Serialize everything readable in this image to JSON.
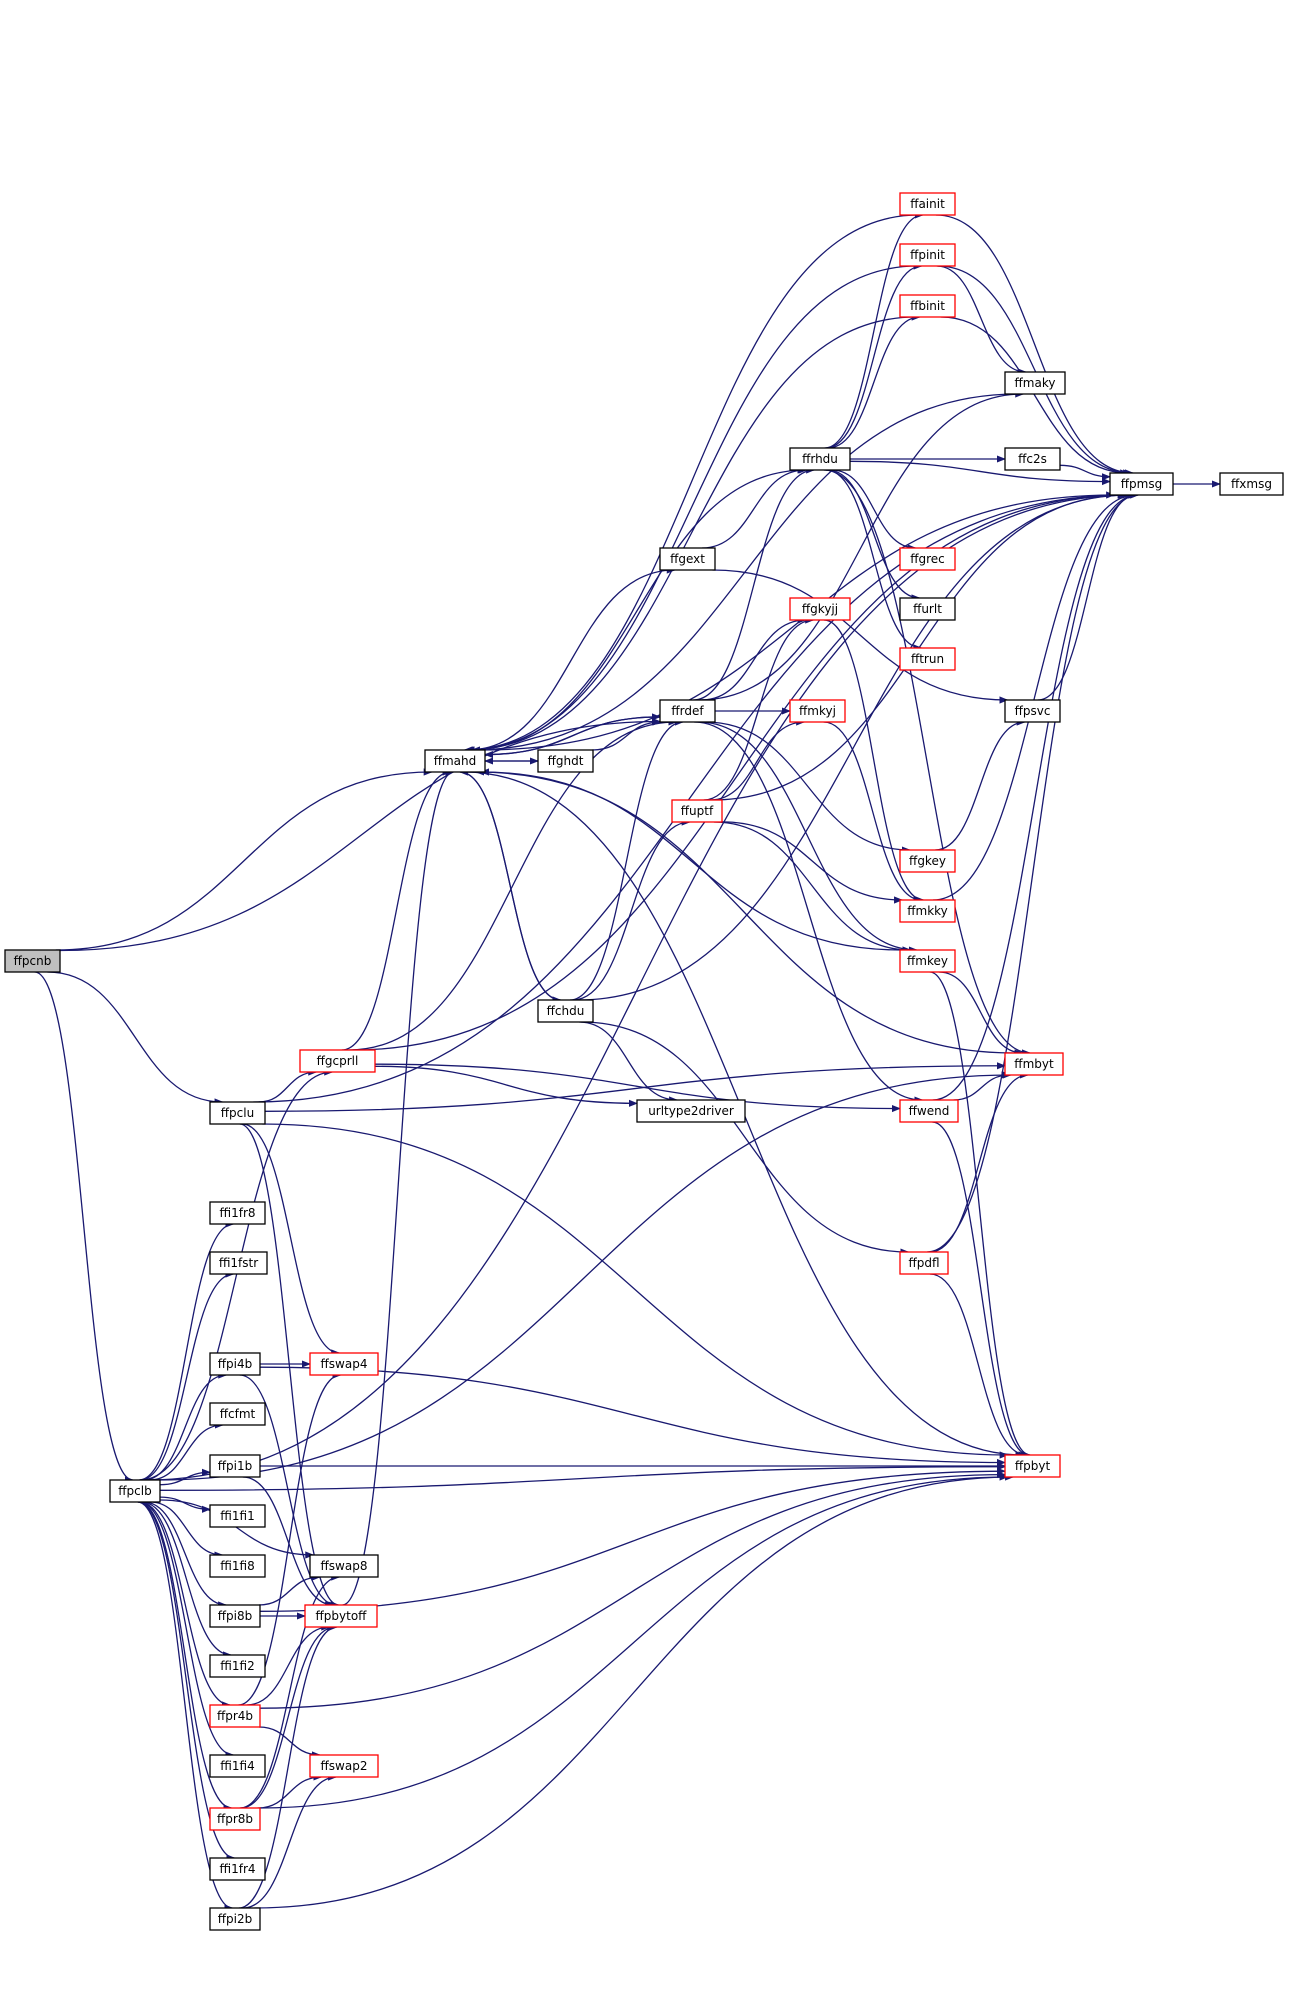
{
  "colors": {
    "edge": "#191970",
    "node_border_black": "#000000",
    "node_border_red": "#ff0000",
    "highlight_fill": "#bfbfbf",
    "node_fill": "#ffffff"
  },
  "nodes": [
    {
      "id": "ffpcnb",
      "label": "ffpcnb",
      "style": "highlight"
    },
    {
      "id": "ffmahd",
      "label": "ffmahd",
      "style": "black"
    },
    {
      "id": "ffghdt",
      "label": "ffghdt",
      "style": "black"
    },
    {
      "id": "ffrdef",
      "label": "ffrdef",
      "style": "black"
    },
    {
      "id": "ffgext",
      "label": "ffgext",
      "style": "black"
    },
    {
      "id": "ffrhdu",
      "label": "ffrhdu",
      "style": "black"
    },
    {
      "id": "ffainit",
      "label": "ffainit",
      "style": "red"
    },
    {
      "id": "ffpinit",
      "label": "ffpinit",
      "style": "red"
    },
    {
      "id": "ffbinit",
      "label": "ffbinit",
      "style": "red"
    },
    {
      "id": "ffmaky",
      "label": "ffmaky",
      "style": "black"
    },
    {
      "id": "ffc2s",
      "label": "ffc2s",
      "style": "black"
    },
    {
      "id": "ffpmsg",
      "label": "ffpmsg",
      "style": "black"
    },
    {
      "id": "ffxmsg",
      "label": "ffxmsg",
      "style": "black"
    },
    {
      "id": "ffgrec",
      "label": "ffgrec",
      "style": "red"
    },
    {
      "id": "ffurlt",
      "label": "ffurlt",
      "style": "black"
    },
    {
      "id": "fftrun",
      "label": "fftrun",
      "style": "red"
    },
    {
      "id": "ffgkyjj",
      "label": "ffgkyjj",
      "style": "red"
    },
    {
      "id": "ffpsvc",
      "label": "ffpsvc",
      "style": "black"
    },
    {
      "id": "ffmkyj",
      "label": "ffmkyj",
      "style": "red"
    },
    {
      "id": "ffuptf",
      "label": "ffuptf",
      "style": "red"
    },
    {
      "id": "ffgkey",
      "label": "ffgkey",
      "style": "red"
    },
    {
      "id": "ffmkky",
      "label": "ffmkky",
      "style": "red"
    },
    {
      "id": "ffmkey",
      "label": "ffmkey",
      "style": "red"
    },
    {
      "id": "ffchdu",
      "label": "ffchdu",
      "style": "black"
    },
    {
      "id": "ffgcprll",
      "label": "ffgcprll",
      "style": "red"
    },
    {
      "id": "ffmbyt",
      "label": "ffmbyt",
      "style": "red"
    },
    {
      "id": "ffpclu",
      "label": "ffpclu",
      "style": "black"
    },
    {
      "id": "urltype2driver",
      "label": "urltype2driver",
      "style": "black"
    },
    {
      "id": "ffwend",
      "label": "ffwend",
      "style": "red"
    },
    {
      "id": "ffi1fr8",
      "label": "ffi1fr8",
      "style": "black"
    },
    {
      "id": "ffi1fstr",
      "label": "ffi1fstr",
      "style": "black"
    },
    {
      "id": "ffpdfl",
      "label": "ffpdfl",
      "style": "red"
    },
    {
      "id": "ffpi4b",
      "label": "ffpi4b",
      "style": "black"
    },
    {
      "id": "ffswap4",
      "label": "ffswap4",
      "style": "red"
    },
    {
      "id": "ffcfmt",
      "label": "ffcfmt",
      "style": "black"
    },
    {
      "id": "ffpi1b",
      "label": "ffpi1b",
      "style": "black"
    },
    {
      "id": "ffpbyt",
      "label": "ffpbyt",
      "style": "red"
    },
    {
      "id": "ffpclb",
      "label": "ffpclb",
      "style": "black"
    },
    {
      "id": "ffi1fi1",
      "label": "ffi1fi1",
      "style": "black"
    },
    {
      "id": "ffi1fi8",
      "label": "ffi1fi8",
      "style": "black"
    },
    {
      "id": "ffswap8",
      "label": "ffswap8",
      "style": "black"
    },
    {
      "id": "ffpi8b",
      "label": "ffpi8b",
      "style": "black"
    },
    {
      "id": "ffpbytoff",
      "label": "ffpbytoff",
      "style": "red"
    },
    {
      "id": "ffi1fi2",
      "label": "ffi1fi2",
      "style": "black"
    },
    {
      "id": "ffpr4b",
      "label": "ffpr4b",
      "style": "red"
    },
    {
      "id": "ffi1fi4",
      "label": "ffi1fi4",
      "style": "black"
    },
    {
      "id": "ffswap2",
      "label": "ffswap2",
      "style": "red"
    },
    {
      "id": "ffpr8b",
      "label": "ffpr8b",
      "style": "red"
    },
    {
      "id": "ffi1fr4",
      "label": "ffi1fr4",
      "style": "black"
    },
    {
      "id": "ffpi2b",
      "label": "ffpi2b",
      "style": "black"
    }
  ],
  "edges": [
    [
      "ffpcnb",
      "ffmahd"
    ],
    [
      "ffpcnb",
      "ffrdef"
    ],
    [
      "ffpcnb",
      "ffpclu"
    ],
    [
      "ffpcnb",
      "ffpclb"
    ],
    [
      "ffmahd",
      "ffghdt"
    ],
    [
      "ffmahd",
      "ffrdef"
    ],
    [
      "ffmahd",
      "ffgext"
    ],
    [
      "ffmahd",
      "ffrhdu"
    ],
    [
      "ffmahd",
      "ffpmsg"
    ],
    [
      "ffmahd",
      "ffchdu"
    ],
    [
      "ffmahd",
      "ffpbyt"
    ],
    [
      "ffghdt",
      "ffmahd"
    ],
    [
      "ffghdt",
      "ffrdef"
    ],
    [
      "ffrdef",
      "ffmahd"
    ],
    [
      "ffrdef",
      "ffrhdu"
    ],
    [
      "ffrdef",
      "ffmaky"
    ],
    [
      "ffrdef",
      "ffgkyjj"
    ],
    [
      "ffrdef",
      "ffmkyj"
    ],
    [
      "ffrdef",
      "ffgkey"
    ],
    [
      "ffrdef",
      "ffmkey"
    ],
    [
      "ffrdef",
      "ffwend"
    ],
    [
      "ffgext",
      "ffrhdu"
    ],
    [
      "ffgext",
      "ffpsvc"
    ],
    [
      "ffrhdu",
      "ffainit"
    ],
    [
      "ffrhdu",
      "ffpinit"
    ],
    [
      "ffrhdu",
      "ffbinit"
    ],
    [
      "ffrhdu",
      "ffc2s"
    ],
    [
      "ffrhdu",
      "ffpmsg"
    ],
    [
      "ffrhdu",
      "ffgrec"
    ],
    [
      "ffrhdu",
      "ffurlt"
    ],
    [
      "ffrhdu",
      "fftrun"
    ],
    [
      "ffrhdu",
      "ffmbyt"
    ],
    [
      "ffainit",
      "ffmahd"
    ],
    [
      "ffainit",
      "ffpmsg"
    ],
    [
      "ffpinit",
      "ffmahd"
    ],
    [
      "ffpinit",
      "ffmaky"
    ],
    [
      "ffpinit",
      "ffpmsg"
    ],
    [
      "ffbinit",
      "ffmahd"
    ],
    [
      "ffbinit",
      "ffpmsg"
    ],
    [
      "ffmaky",
      "ffmahd"
    ],
    [
      "ffc2s",
      "ffpmsg"
    ],
    [
      "ffpmsg",
      "ffxmsg"
    ],
    [
      "ffgkyjj",
      "ffmkky"
    ],
    [
      "ffpsvc",
      "ffpmsg"
    ],
    [
      "ffmkyj",
      "ffmkky"
    ],
    [
      "ffuptf",
      "ffgkyjj"
    ],
    [
      "ffuptf",
      "ffmkyj"
    ],
    [
      "ffuptf",
      "ffmkky"
    ],
    [
      "ffuptf",
      "ffmkey"
    ],
    [
      "ffuptf",
      "ffpmsg"
    ],
    [
      "ffgkey",
      "ffpsvc"
    ],
    [
      "ffmkky",
      "ffpmsg"
    ],
    [
      "ffmkey",
      "ffmahd"
    ],
    [
      "ffmkey",
      "ffmbyt"
    ],
    [
      "ffmkey",
      "ffpbyt"
    ],
    [
      "ffchdu",
      "ffmahd"
    ],
    [
      "ffchdu",
      "ffrdef"
    ],
    [
      "ffchdu",
      "ffuptf"
    ],
    [
      "ffchdu",
      "urltype2driver"
    ],
    [
      "ffchdu",
      "ffpdfl"
    ],
    [
      "ffchdu",
      "ffpmsg"
    ],
    [
      "ffgcprll",
      "ffmahd"
    ],
    [
      "ffgcprll",
      "ffrdef"
    ],
    [
      "ffgcprll",
      "ffpmsg"
    ],
    [
      "ffgcprll",
      "urltype2driver"
    ],
    [
      "ffgcprll",
      "ffwend"
    ],
    [
      "ffmbyt",
      "ffmahd"
    ],
    [
      "ffpclu",
      "ffgcprll"
    ],
    [
      "ffpclu",
      "ffmbyt"
    ],
    [
      "ffpclu",
      "ffpbyt"
    ],
    [
      "ffpclu",
      "ffswap4"
    ],
    [
      "ffpclu",
      "ffpbytoff"
    ],
    [
      "ffpclu",
      "ffpmsg"
    ],
    [
      "ffwend",
      "ffmbyt"
    ],
    [
      "ffwend",
      "ffpmsg"
    ],
    [
      "ffwend",
      "ffpbyt"
    ],
    [
      "ffpdfl",
      "ffmbyt"
    ],
    [
      "ffpdfl",
      "ffpbyt"
    ],
    [
      "ffpdfl",
      "ffpmsg"
    ],
    [
      "ffpi4b",
      "ffswap4"
    ],
    [
      "ffpi4b",
      "ffpbytoff"
    ],
    [
      "ffpi4b",
      "ffpbyt"
    ],
    [
      "ffpi1b",
      "ffpbytoff"
    ],
    [
      "ffpi1b",
      "ffpbyt"
    ],
    [
      "ffpclb",
      "ffgcprll"
    ],
    [
      "ffpclb",
      "ffi1fr8"
    ],
    [
      "ffpclb",
      "ffi1fstr"
    ],
    [
      "ffpclb",
      "ffpi4b"
    ],
    [
      "ffpclb",
      "ffcfmt"
    ],
    [
      "ffpclb",
      "ffpi1b"
    ],
    [
      "ffpclb",
      "ffi1fi1"
    ],
    [
      "ffpclb",
      "ffi1fi8"
    ],
    [
      "ffpclb",
      "ffpi8b"
    ],
    [
      "ffpclb",
      "ffi1fi2"
    ],
    [
      "ffpclb",
      "ffpr4b"
    ],
    [
      "ffpclb",
      "ffi1fi4"
    ],
    [
      "ffpclb",
      "ffpr8b"
    ],
    [
      "ffpclb",
      "ffi1fr4"
    ],
    [
      "ffpclb",
      "ffpi2b"
    ],
    [
      "ffpclb",
      "ffpmsg"
    ],
    [
      "ffpclb",
      "ffmbyt"
    ],
    [
      "ffpclb",
      "ffpbyt"
    ],
    [
      "ffpclb",
      "ffswap8"
    ],
    [
      "ffpi8b",
      "ffswap8"
    ],
    [
      "ffpi8b",
      "ffpbytoff"
    ],
    [
      "ffpi8b",
      "ffpbyt"
    ],
    [
      "ffpr4b",
      "ffswap4"
    ],
    [
      "ffpr4b",
      "ffswap2"
    ],
    [
      "ffpr4b",
      "ffpbytoff"
    ],
    [
      "ffpr4b",
      "ffpbyt"
    ],
    [
      "ffpr8b",
      "ffswap8"
    ],
    [
      "ffpr8b",
      "ffswap2"
    ],
    [
      "ffpr8b",
      "ffpbytoff"
    ],
    [
      "ffpr8b",
      "ffpbyt"
    ],
    [
      "ffpi2b",
      "ffswap2"
    ],
    [
      "ffpi2b",
      "ffpbytoff"
    ],
    [
      "ffpi2b",
      "ffpbyt"
    ],
    [
      "ffpbytoff",
      "ffmahd"
    ]
  ]
}
